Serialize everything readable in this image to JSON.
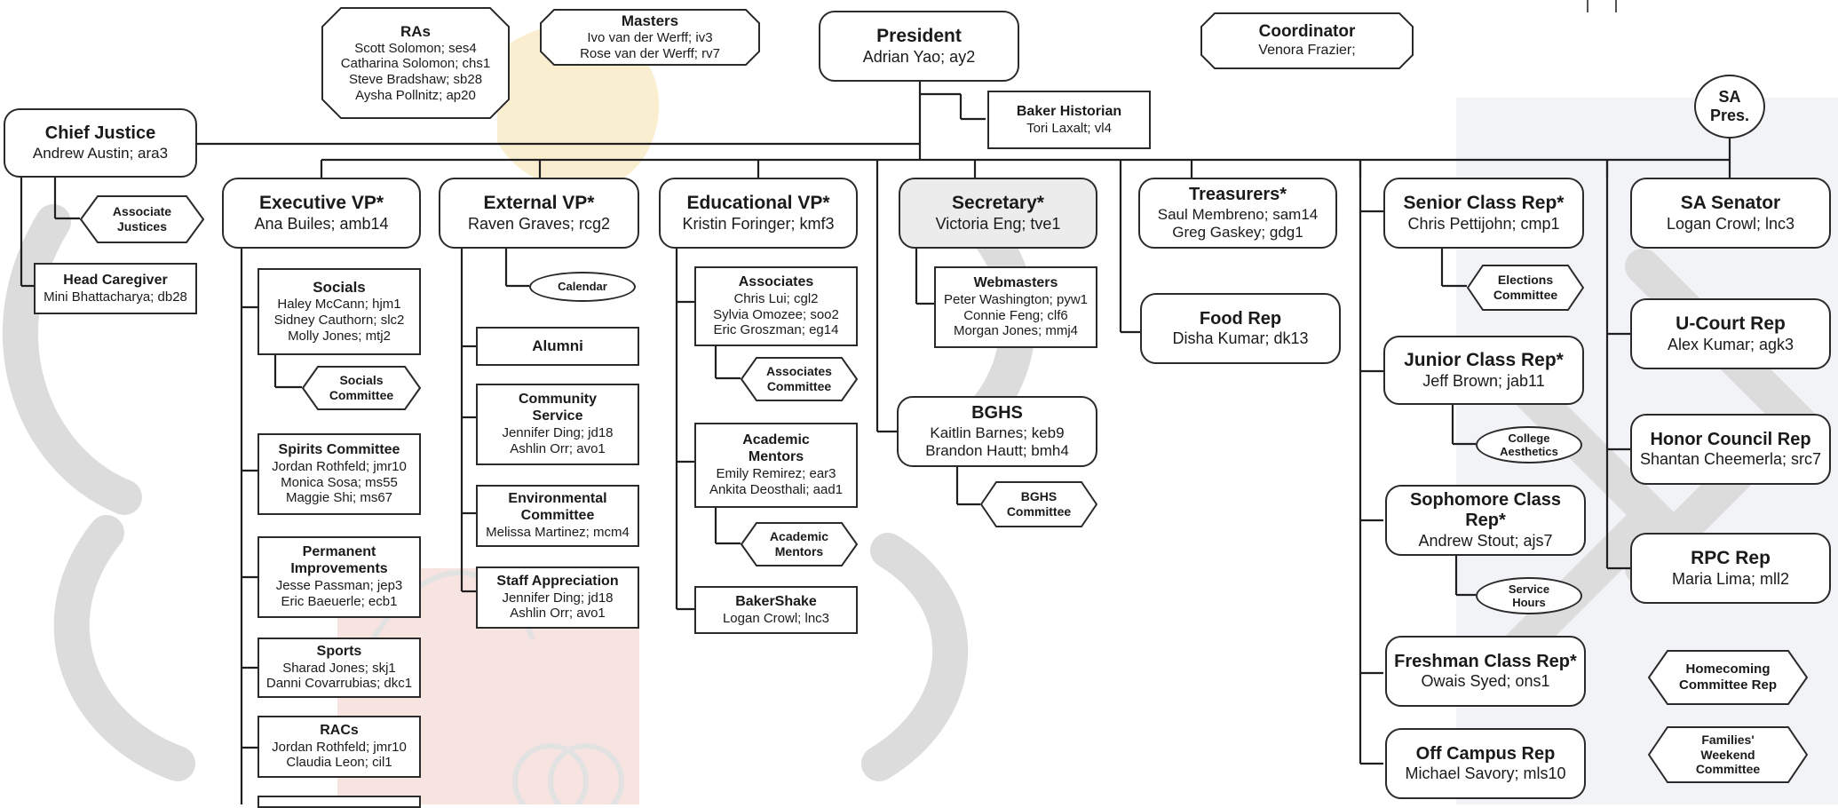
{
  "nodes": {
    "ras": {
      "title": "RAs",
      "members": [
        "Scott Solomon; ses4",
        "Catharina Solomon; chs1",
        "Steve Bradshaw; sb28",
        "Aysha Pollnitz; ap20"
      ]
    },
    "masters": {
      "title": "Masters",
      "members": [
        "Ivo van der Werff; iv3",
        "Rose van der Werff; rv7"
      ]
    },
    "president": {
      "title": "President",
      "member": "Adrian Yao; ay2"
    },
    "coordinator": {
      "title": "Coordinator",
      "member": "Venora Frazier;"
    },
    "historian": {
      "title": "Baker Historian",
      "member": "Tori Laxalt; vl4"
    },
    "sa_pres": {
      "line1": "SA",
      "line2": "Pres."
    },
    "chief_justice": {
      "title": "Chief Justice",
      "member": "Andrew Austin; ara3"
    },
    "assoc_justices": {
      "line1": "Associate",
      "line2": "Justices"
    },
    "head_caregiver": {
      "title": "Head Caregiver",
      "member": "Mini Bhattacharya; db28"
    },
    "exec_vp": {
      "title": "Executive VP*",
      "member": "Ana Builes; amb14"
    },
    "ext_vp": {
      "title": "External VP*",
      "member": "Raven Graves; rcg2"
    },
    "edu_vp": {
      "title": "Educational VP*",
      "member": "Kristin Foringer; kmf3"
    },
    "secretary": {
      "title": "Secretary*",
      "member": "Victoria Eng; tve1"
    },
    "treasurers": {
      "title": "Treasurers*",
      "members": [
        "Saul Membreno; sam14",
        "Greg Gaskey; gdg1"
      ]
    },
    "senior_rep": {
      "title": "Senior Class Rep*",
      "member": "Chris Pettijohn; cmp1"
    },
    "sa_senator": {
      "title": "SA Senator",
      "member": "Logan Crowl; lnc3"
    },
    "socials": {
      "title": "Socials",
      "members": [
        "Haley McCann; hjm1",
        "Sidney Cauthorn; slc2",
        "Molly Jones; mtj2"
      ]
    },
    "socials_comm": {
      "line1": "Socials",
      "line2": "Committee"
    },
    "spirits": {
      "title": "Spirits Committee",
      "members": [
        "Jordan Rothfeld; jmr10",
        "Monica Sosa; ms55",
        "Maggie Shi; ms67"
      ]
    },
    "perm_impr": {
      "title_line1": "Permanent",
      "title_line2": "Improvements",
      "members": [
        "Jesse Passman; jep3",
        "Eric Baeuerle; ecb1"
      ]
    },
    "sports": {
      "title": "Sports",
      "members": [
        "Sharad Jones; skj1",
        "Danni Covarrubias; dkc1"
      ]
    },
    "racs": {
      "title": "RACs",
      "members": [
        "Jordan Rothfeld; jmr10",
        "Claudia Leon; cil1"
      ]
    },
    "calendar": {
      "label": "Calendar"
    },
    "alumni": {
      "title": "Alumni"
    },
    "comm_service": {
      "title_line1": "Community",
      "title_line2": "Service",
      "members": [
        "Jennifer Ding; jd18",
        "Ashlin Orr; avo1"
      ]
    },
    "env_comm": {
      "title_line1": "Environmental",
      "title_line2": "Committee",
      "members": [
        "Melissa Martinez; mcm4"
      ]
    },
    "staff_app": {
      "title": "Staff Appreciation",
      "members": [
        "Jennifer Ding; jd18",
        "Ashlin Orr; avo1"
      ]
    },
    "associates": {
      "title": "Associates",
      "members": [
        "Chris Lui; cgl2",
        "Sylvia Omozee; soo2",
        "Eric Groszman; eg14"
      ]
    },
    "assoc_comm": {
      "line1": "Associates",
      "line2": "Committee"
    },
    "acad_mentors": {
      "title_line1": "Academic",
      "title_line2": "Mentors",
      "members": [
        "Emily Remirez; ear3",
        "Ankita Deosthali; aad1"
      ]
    },
    "acad_mentors_hex": {
      "line1": "Academic",
      "line2": "Mentors"
    },
    "bakershake": {
      "title": "BakerShake",
      "member": "Logan Crowl; lnc3"
    },
    "webmasters": {
      "title": "Webmasters",
      "members": [
        "Peter Washington; pyw1",
        "Connie Feng; clf6",
        "Morgan Jones; mmj4"
      ]
    },
    "bghs": {
      "title": "BGHS",
      "members": [
        "Kaitlin Barnes; keb9",
        "Brandon Hautt; bmh4"
      ]
    },
    "bghs_comm": {
      "line1": "BGHS",
      "line2": "Committee"
    },
    "food_rep": {
      "title": "Food Rep",
      "member": "Disha Kumar; dk13"
    },
    "elections": {
      "line1": "Elections",
      "line2": "Committee"
    },
    "junior_rep": {
      "title": "Junior Class Rep*",
      "member": "Jeff Brown; jab11"
    },
    "college_aesth": {
      "line1": "College",
      "line2": "Aesthetics"
    },
    "soph_rep": {
      "title_line1": "Sophomore Class",
      "title_line2": "Rep*",
      "member": "Andrew Stout; ajs7"
    },
    "service_hours": {
      "line1": "Service",
      "line2": "Hours"
    },
    "fresh_rep": {
      "title": "Freshman Class Rep*",
      "member": "Owais Syed; ons1"
    },
    "offcampus_rep": {
      "title": "Off Campus Rep",
      "member": "Michael Savory; mls10"
    },
    "ucourt_rep": {
      "title": "U-Court Rep",
      "member": "Alex Kumar; agk3"
    },
    "honor_rep": {
      "title": "Honor Council Rep",
      "member": "Shantan Cheemerla; src7"
    },
    "rpc_rep": {
      "title": "RPC Rep",
      "member": "Maria Lima; mll2"
    },
    "homecoming": {
      "line1": "Homecoming",
      "line2": "Committee Rep"
    },
    "families": {
      "line1": "Families'",
      "line2": "Weekend",
      "line3": "Committee"
    }
  },
  "colors": {
    "line": "#1f1f1f",
    "border": "#2a2a2a",
    "grey_fill": "#ececec",
    "watermark": "#d9d9d9",
    "accent_red": "#f3d3cf",
    "accent_yellow": "#f7ebc4"
  }
}
